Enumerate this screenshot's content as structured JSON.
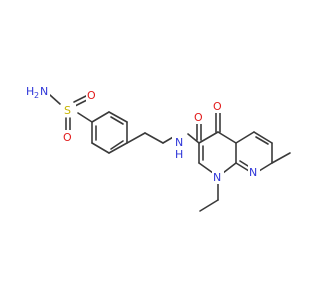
{
  "molecule": {
    "atoms": {
      "nh2_n": "N",
      "nh2_h": "H",
      "nh2_sub": "2",
      "sulfur": "S",
      "so_o_top": "O",
      "so_o_bottom": "O",
      "amide_n": "N",
      "amide_h": "H",
      "amide_o": "O",
      "keto_o": "O",
      "n1": "N",
      "n8": "N"
    },
    "colors": {
      "bond": "#3a3a3a",
      "nitrogen": "#2f36d8",
      "oxygen": "#e21c1c",
      "sulfur": "#c8b400"
    }
  }
}
